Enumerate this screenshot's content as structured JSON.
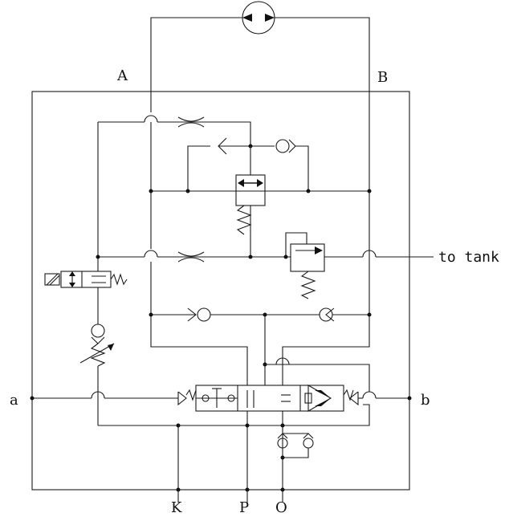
{
  "ports": {
    "A": "A",
    "B": "B",
    "a": "a",
    "b": "b",
    "K": "K",
    "P": "P",
    "O": "O"
  },
  "annotations": {
    "tank": "to tank"
  },
  "colors": {
    "line": "#1a1a1a",
    "background": "#ffffff"
  }
}
